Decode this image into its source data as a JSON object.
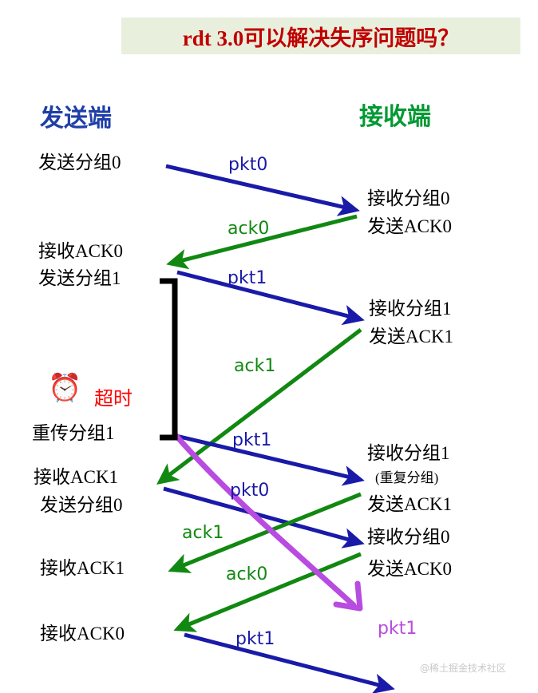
{
  "title": {
    "text": "rdt 3.0可以解决失序问题吗？",
    "color": "#c00000",
    "banner_color": "#e8f0dd"
  },
  "columns": {
    "sender_heading": "发送端",
    "sender_color": "#1f3fa8",
    "receiver_heading": "接收端",
    "receiver_color": "#009933"
  },
  "colors": {
    "pkt_blue": "#1a1aa8",
    "ack_green": "#118811",
    "lost_purple": "#b84be0",
    "timer_black": "#000000",
    "timeout_red": "#ff0000"
  },
  "sender_events": [
    {
      "id": "send-pkt0",
      "label": "发送分组0"
    },
    {
      "id": "recv-ack0",
      "label": "接收ACK0"
    },
    {
      "id": "send-pkt1",
      "label": "发送分组1"
    },
    {
      "id": "resend-pkt1",
      "label": "重传分组1"
    },
    {
      "id": "recv-ack1-a",
      "label": "接收ACK1"
    },
    {
      "id": "send-pkt0-b",
      "label": "发送分组0"
    },
    {
      "id": "recv-ack1-b",
      "label": "接收ACK1"
    },
    {
      "id": "recv-ack0-b",
      "label": "接收ACK0"
    }
  ],
  "receiver_events": [
    {
      "id": "recv-pkt0",
      "label": "接收分组0"
    },
    {
      "id": "send-ack0",
      "label": "发送ACK0"
    },
    {
      "id": "recv-pkt1",
      "label": "接收分组1"
    },
    {
      "id": "send-ack1",
      "label": "发送ACK1"
    },
    {
      "id": "recv-pkt1-dup",
      "label": "接收分组1"
    },
    {
      "id": "dup-note",
      "label": "(重复分组)"
    },
    {
      "id": "send-ack1-b",
      "label": "发送ACK1"
    },
    {
      "id": "recv-pkt0-b",
      "label": "接收分组0"
    },
    {
      "id": "send-ack0-b",
      "label": "发送ACK0"
    }
  ],
  "edge_labels": [
    {
      "id": "pkt0-1",
      "text": "pkt0",
      "kind": "pkt"
    },
    {
      "id": "ack0-1",
      "text": "ack0",
      "kind": "ack"
    },
    {
      "id": "pkt1-1",
      "text": "pkt1",
      "kind": "pkt"
    },
    {
      "id": "ack1-1",
      "text": "ack1",
      "kind": "ack"
    },
    {
      "id": "pkt1-2",
      "text": "pkt1",
      "kind": "pkt"
    },
    {
      "id": "pkt0-2",
      "text": "pkt0",
      "kind": "pkt"
    },
    {
      "id": "ack1-2",
      "text": "ack1",
      "kind": "ack"
    },
    {
      "id": "ack0-2",
      "text": "ack0",
      "kind": "ack"
    },
    {
      "id": "pkt1-3",
      "text": "pkt1",
      "kind": "pkt"
    },
    {
      "id": "pkt1-lost",
      "text": "pkt1",
      "kind": "lost"
    }
  ],
  "timeout": {
    "icon": "alarm-clock-icon",
    "glyph": "⏰",
    "label": "超时"
  },
  "watermark": {
    "text": "@稀土掘金技术社区"
  }
}
